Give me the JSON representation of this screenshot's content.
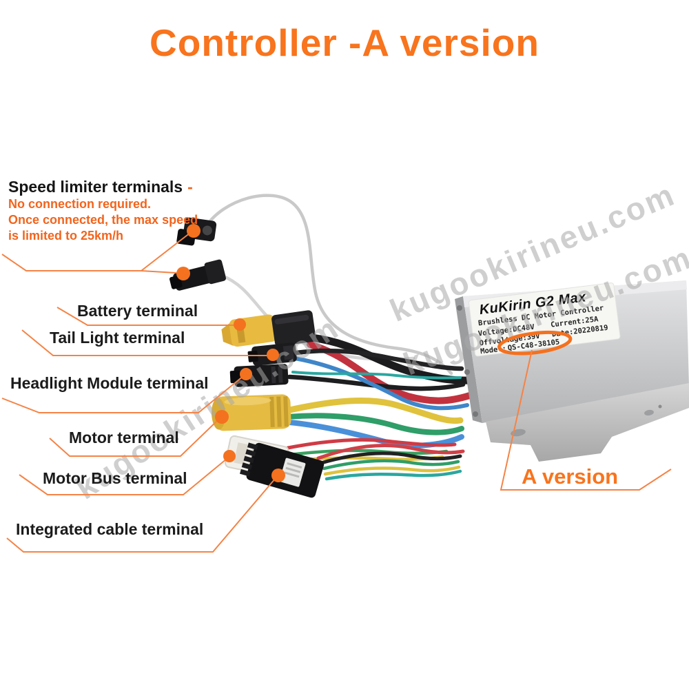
{
  "title": "Controller -A version",
  "watermark": "kugookirineu.com",
  "colors": {
    "accent_orange": "#F4711F",
    "leader_orange": "#F58345",
    "label_black": "#1B1B1B",
    "device_silver": "#C4C5C7"
  },
  "speed_limiter": {
    "label": "Speed limiter terminals",
    "dash": "-",
    "note_lines": [
      "No connection required.",
      "Once connected, the max speed",
      "is limited to 25km/h"
    ]
  },
  "terminals": {
    "battery": "Battery terminal",
    "tail_light": "Tail Light terminal",
    "headlight": "Headlight Module terminal",
    "motor": "Motor terminal",
    "motor_bus": "Motor Bus terminal",
    "integrated": "Integrated cable terminal"
  },
  "version_callout": "A version",
  "device_label": {
    "brand": "KuKirin G2 Max",
    "subtitle": "Brushless DC Motor Controller",
    "voltage": "Voltage:DC48V",
    "current": "Current:25A",
    "offvoltage": "Offvoltage:39V",
    "date": "Date:20220819",
    "model_label": "Model:",
    "model_value": "QS-C48-38105"
  }
}
